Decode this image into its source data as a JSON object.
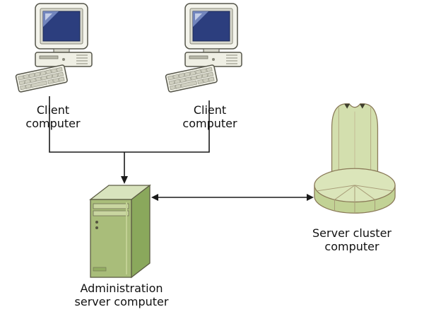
{
  "diagram": {
    "nodes": {
      "client1": {
        "type": "client-computer",
        "label": "Client computer"
      },
      "client2": {
        "type": "client-computer",
        "label": "Client computer"
      },
      "admin_server": {
        "type": "tower-server",
        "label": "Administration server computer"
      },
      "server_cluster": {
        "type": "server-cluster",
        "label": "Server cluster computer"
      }
    },
    "edges": [
      {
        "from": "client1",
        "to": "admin_server",
        "arrow": "to"
      },
      {
        "from": "client2",
        "to": "admin_server",
        "arrow": "to"
      },
      {
        "from": "admin_server",
        "to": "server_cluster",
        "arrow": "both"
      }
    ],
    "colors": {
      "server_front": "#a9bd7a",
      "server_side": "#8aa85c",
      "server_top": "#d8e3bd",
      "cluster_body": "#d3dfae",
      "outline_tan": "#8a7a58",
      "connector": "#1a1a1a",
      "screen_blue": "#2c3e7e"
    }
  }
}
